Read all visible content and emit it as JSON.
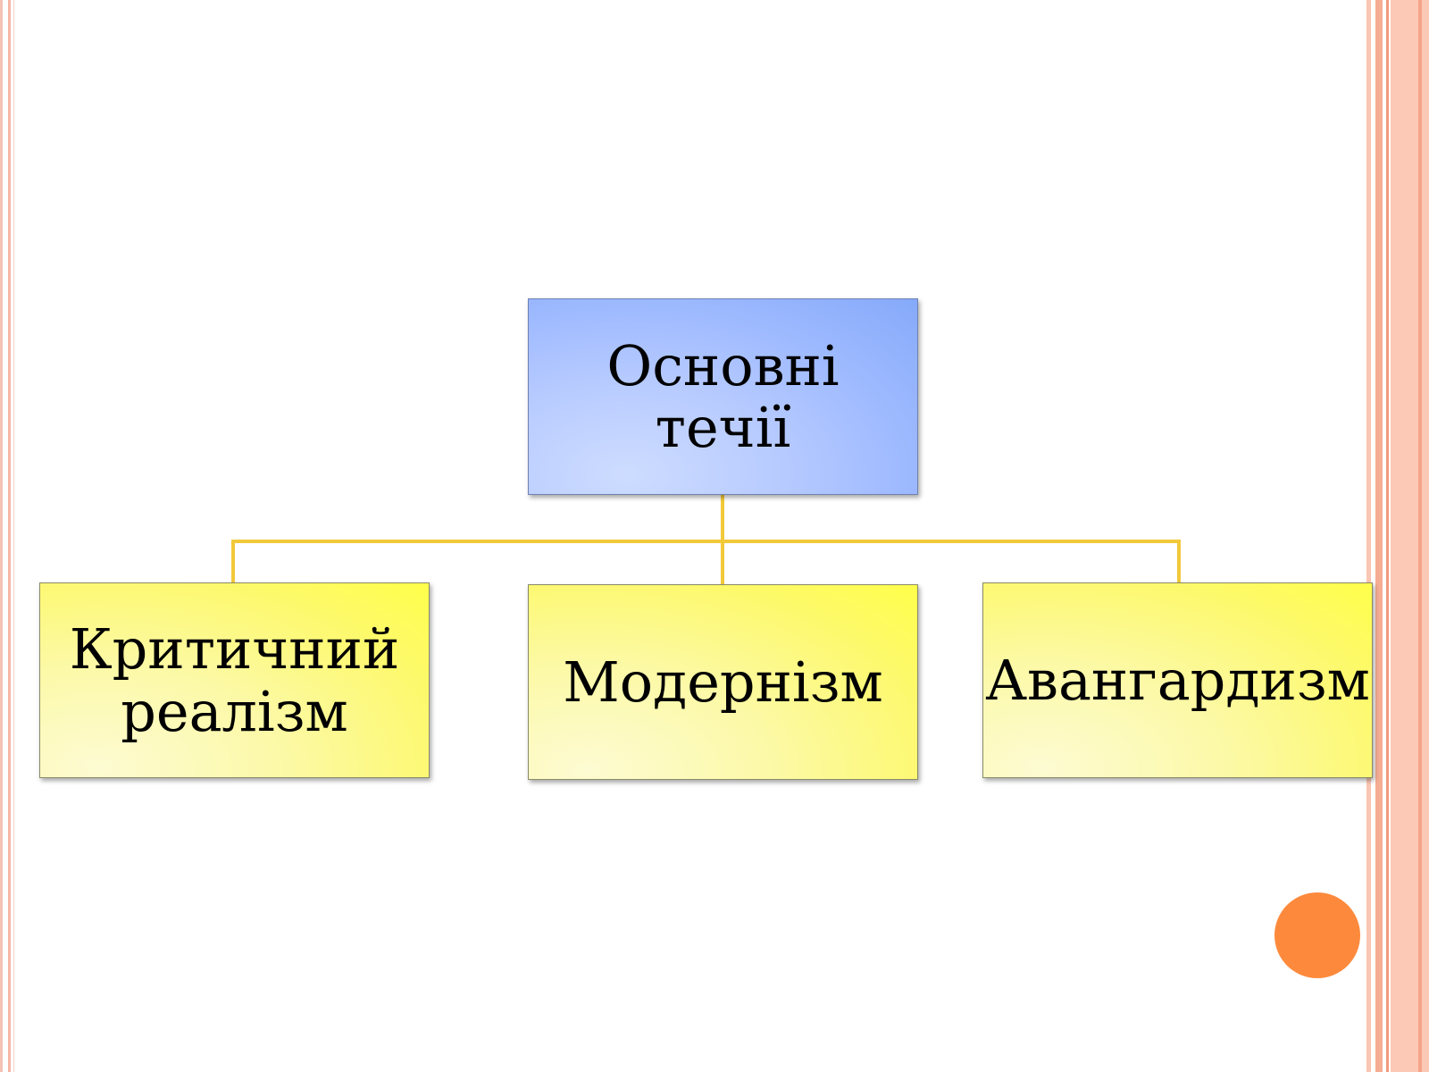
{
  "diagram": {
    "root": {
      "label": "Основні течії",
      "color": "#a6bffe"
    },
    "children": [
      {
        "label": "Критичний\nреалізм",
        "color": "#fdf97a"
      },
      {
        "label": "Модернізм",
        "color": "#fdf97a"
      },
      {
        "label": "Авангардизм",
        "color": "#fdf97a"
      }
    ],
    "connector_color": "#f2c93a"
  },
  "decoration": {
    "dot_color": "#fd8a3c",
    "stripe_color": "#f7b6a6"
  }
}
